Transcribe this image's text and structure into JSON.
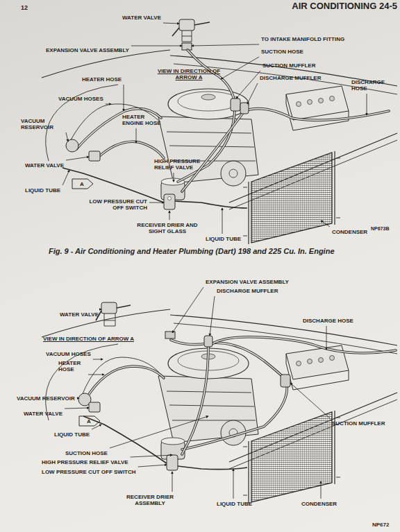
{
  "diagram": {
    "caption": "Fig. 9 - Air Conditioning and Heater Plumbing (Dart) 198 and 225 Cu. In. Engine",
    "labels": [
      "12",
      "AIR CONDITIONING 24-5",
      "WATER VALVE",
      "EXPANSION VALVE ASSEMBLY",
      "TO INTAKE MANIFOLD FITTING",
      "SUCTION HOSE",
      "VIEW IN DIRECTION OF ARROW A",
      "SUCTION MUFFLER",
      "HEATER HOSE",
      "DISCHARGE MUFFLER",
      "DISCHARGE HOSE",
      "VACUUM HOSES",
      "VACUUM RESERVOIR",
      "HEATER ENGINE HOSE",
      "HIGH PRESSURE RELIEF VALVE",
      "WATER VALVE",
      "LIQUID TUBE",
      "A",
      "LOW PRESSURE CUT OFF SWITCH",
      "RECEIVER DRIER AND SIGHT GLASS",
      "LIQUID TUBE",
      "CONDENSER",
      "NP673B",
      "EXPANSION VALVE ASSEMBLY",
      "DISCHARGE MUFFLER",
      "WATER VALVE",
      "DISCHARGE HOSE",
      "VIEW IN DIRECTION OF ARROW A",
      "VACUUM HOSES",
      "HEATER HOSE",
      "VACUUM RESERVOIR",
      "WATER VALVE",
      "A",
      "LIQUID TUBE",
      "SUCTION HOSE",
      "HIGH PRESSURE RELIEF VALVE",
      "LOW PRESSURE CUT OFF SWITCH",
      "SUCTION MUFFLER",
      "RECEIVER DRIER ASSEMBLY",
      "LIQUID TUBE",
      "CONDENSER",
      "NP672"
    ]
  }
}
